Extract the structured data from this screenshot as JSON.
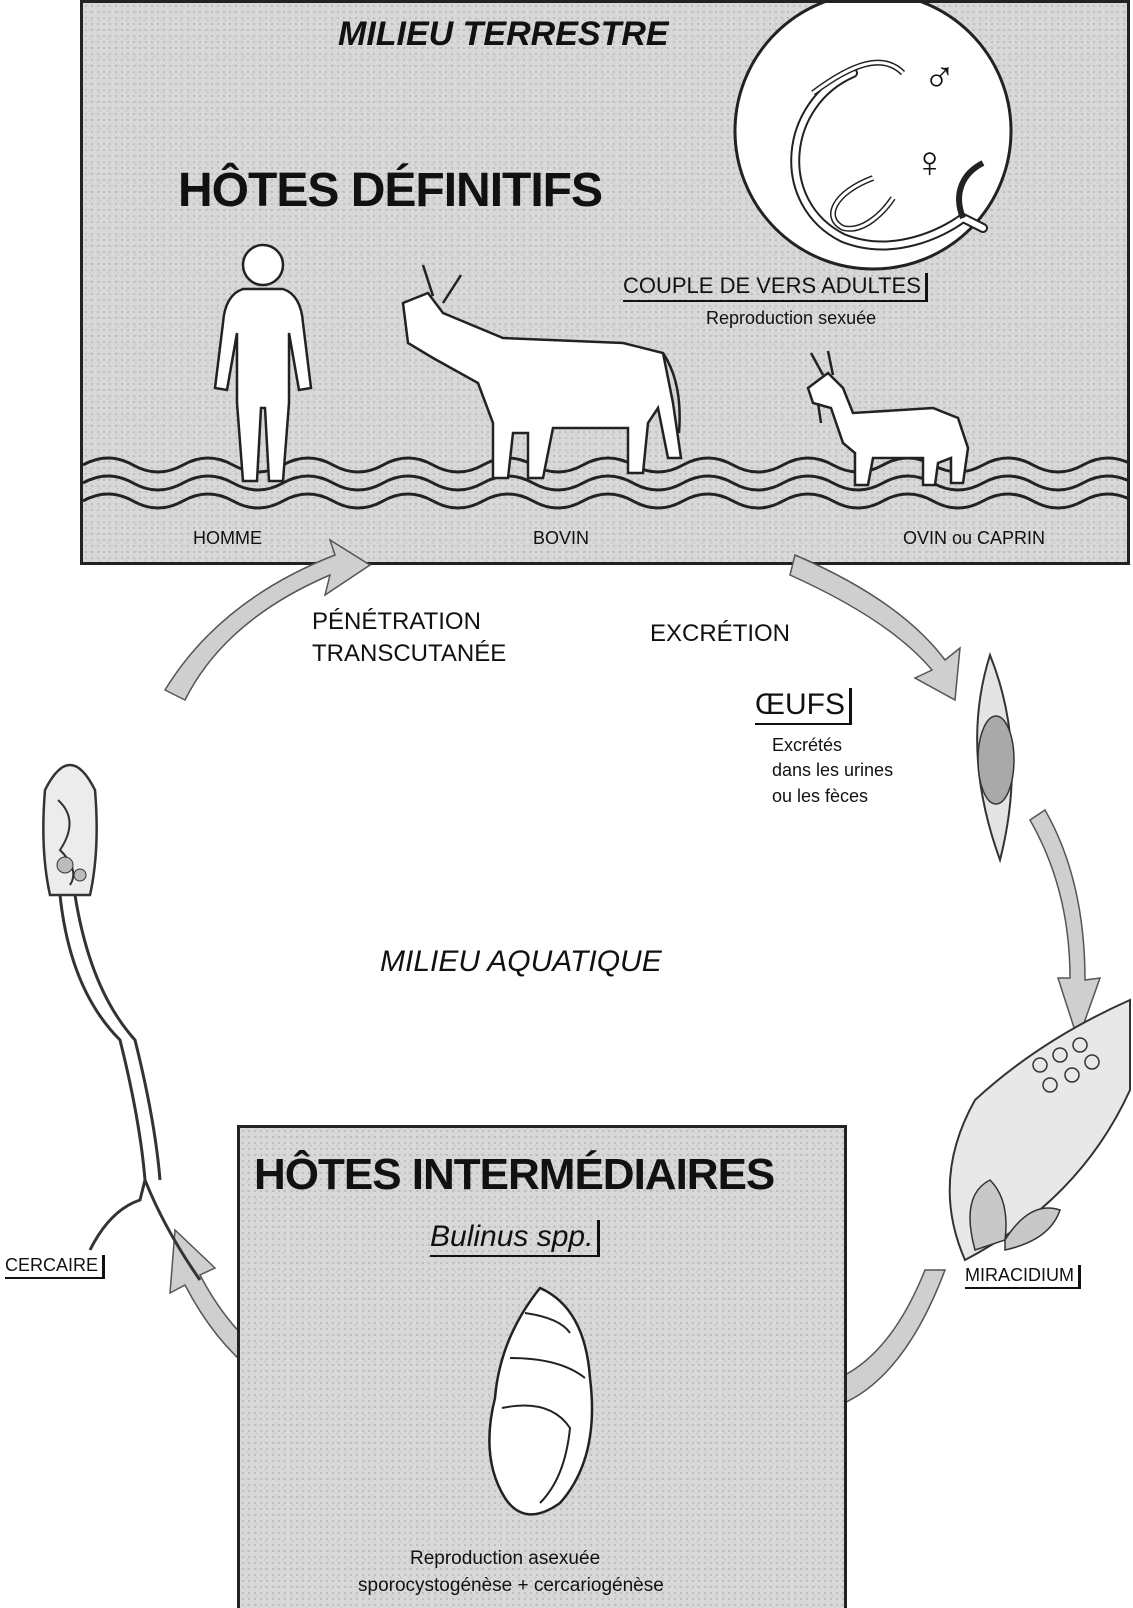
{
  "top_box": {
    "title": "MILIEU TERRESTRE",
    "heading": "HÔTES DÉFINITIFS",
    "worms_label": "COUPLE DE VERS ADULTES",
    "worms_sub": "Reproduction sexuée",
    "male_symbol": "♂",
    "female_symbol": "♀",
    "hosts": [
      "HOMME",
      "BOVIN",
      "OVIN ou CAPRIN"
    ]
  },
  "cycle": {
    "penetration_line1": "PÉNÉTRATION",
    "penetration_line2": "TRANSCUTANÉE",
    "excretion": "EXCRÉTION",
    "eggs_label": "ŒUFS",
    "eggs_desc_line1": "Excrétés",
    "eggs_desc_line2": "dans les urines",
    "eggs_desc_line3": "ou les fèces",
    "center_label": "MILIEU AQUATIQUE",
    "miracidium_label": "MIRACIDIUM",
    "cercaire_label": "CERCAIRE"
  },
  "bottom_box": {
    "heading": "HÔTES INTERMÉDIAIRES",
    "species": "Bulinus spp.",
    "repro_line1": "Reproduction asexuée",
    "repro_line2": "sporocystogénèse + cercariogénèse"
  },
  "colors": {
    "box_fill": "#d8d8d8",
    "ink": "#111111",
    "arrow_fill": "#cfcfcf"
  },
  "icons": [
    "human-silhouette-icon",
    "cow-icon",
    "goat-icon",
    "worm-couple-icon",
    "egg-icon",
    "miracidium-icon",
    "snail-icon",
    "cercaria-icon"
  ]
}
